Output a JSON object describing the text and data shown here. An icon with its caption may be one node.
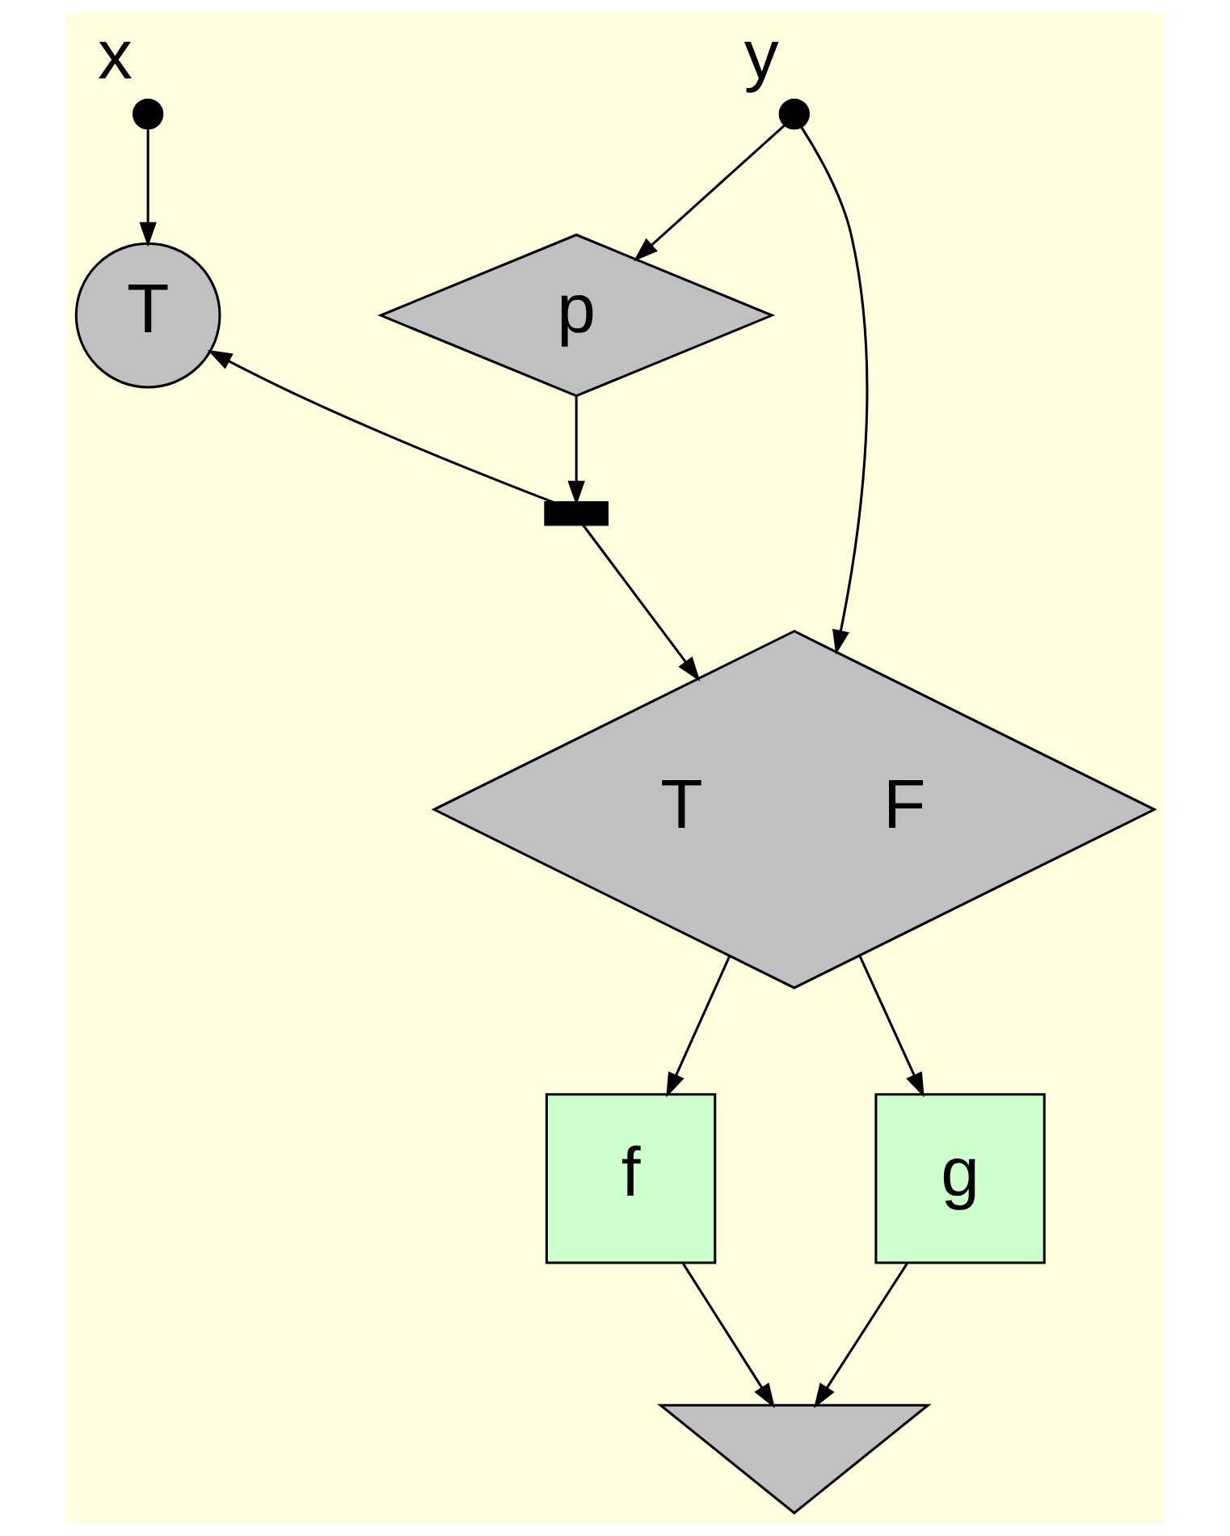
{
  "diagram": {
    "nodes": [
      {
        "text": [
          "x"
        ]
      },
      {
        "text": [
          "y"
        ]
      },
      {
        "text": [
          "T"
        ]
      },
      {
        "text": [
          "p"
        ]
      },
      {
        "text": [],
        "shape": "bar"
      },
      {
        "text": [
          "T",
          "F"
        ]
      },
      {
        "text": [
          "f"
        ]
      },
      {
        "text": [
          "g"
        ]
      },
      {
        "text": [],
        "shape": "triangle"
      }
    ],
    "edges": [
      {
        "from": 0,
        "to": 2,
        "arrow": "to"
      },
      {
        "from": 1,
        "to": 5,
        "arrow": "to"
      },
      {
        "from": 1,
        "to": 3,
        "arrow": "to"
      },
      {
        "from": 3,
        "to": 4,
        "arrow": "to"
      },
      {
        "from": 4,
        "to": 2,
        "arrow": "to"
      },
      {
        "from": 4,
        "to": 5,
        "arrow": "to"
      },
      {
        "from": 5,
        "to": 6,
        "arrow": "to"
      },
      {
        "from": 5,
        "to": 7,
        "arrow": "to"
      },
      {
        "from": 6,
        "to": 8,
        "arrow": "to"
      },
      {
        "from": 7,
        "to": 8,
        "arrow": "to"
      }
    ]
  }
}
